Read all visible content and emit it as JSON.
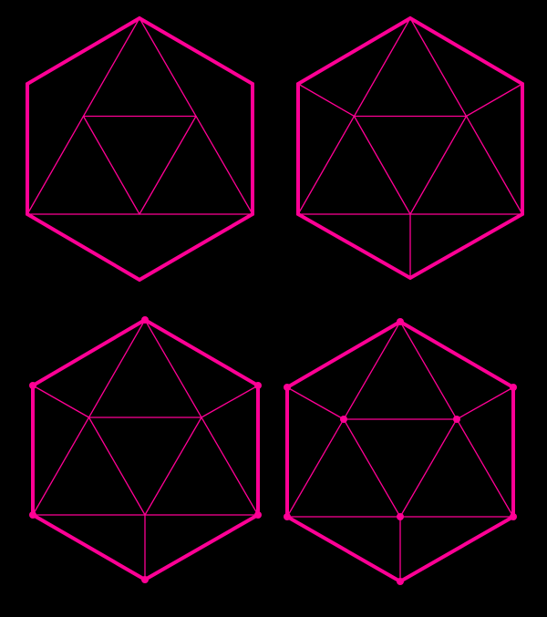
{
  "theme": {
    "background": "#000000",
    "stroke": "#ff0095"
  },
  "figures": [
    {
      "id": "hexagon-subdivision-1",
      "step": 1,
      "show_vertex_dots": false
    },
    {
      "id": "hexagon-subdivision-2",
      "step": 2,
      "show_vertex_dots": false
    },
    {
      "id": "hexagon-subdivision-3",
      "step": 3,
      "show_vertex_dots": true,
      "dot_set": "outer"
    },
    {
      "id": "hexagon-subdivision-4",
      "step": 4,
      "show_vertex_dots": true,
      "dot_set": "all"
    }
  ]
}
